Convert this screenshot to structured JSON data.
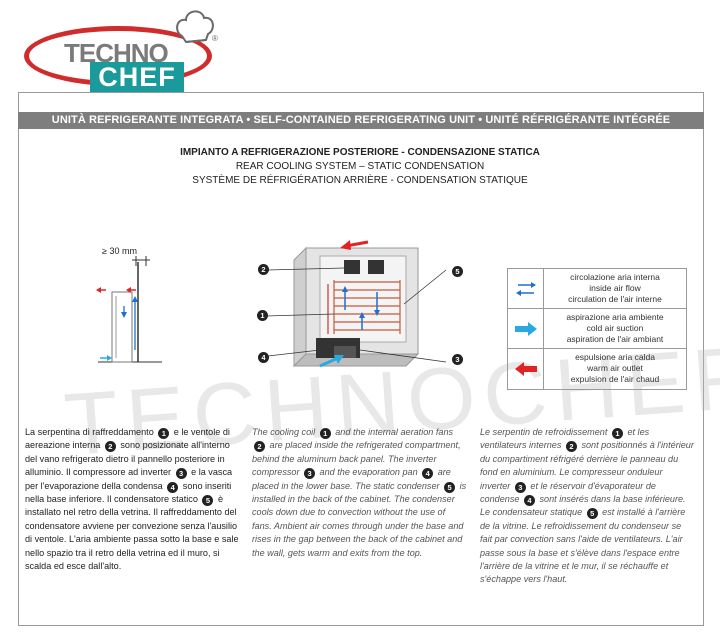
{
  "logo": {
    "techno": "TECHNO",
    "chef": "CHEF",
    "reg": "®"
  },
  "banner": "UNITÀ REFRIGERANTE INTEGRATA • SELF-CONTAINED REFRIGERATING UNIT • UNITÉ RÉFRIGÉRANTE INTÉGRÉE",
  "subtitles": [
    "IMPIANTO A REFRIGERAZIONE POSTERIORE - CONDENSAZIONE STATICA",
    "REAR COOLING SYSTEM – STATIC CONDENSATION",
    "SYSTÈME DE RÉFRIGÉRATION ARRIÈRE - CONDENSATION STATIQUE"
  ],
  "watermark": "TECHNOCHEF",
  "clearance_label": "≥ 30 mm",
  "callouts": [
    "1",
    "2",
    "3",
    "4",
    "5"
  ],
  "colors": {
    "logo_red": "#d02c2c",
    "logo_teal": "#1a9a9a",
    "banner_gray": "#7e7e7e",
    "arrow_blue": "#1e6fd0",
    "arrow_cyan": "#2aa8e0",
    "arrow_red": "#e02424"
  },
  "legend": [
    {
      "icon": "inside-air-flow-arrows-icon",
      "lines": [
        "circolazione aria interna",
        "inside air flow",
        "circulation de l'air interne"
      ]
    },
    {
      "icon": "cold-air-suction-arrow-icon",
      "lines": [
        "aspirazione aria ambiente",
        "cold air suction",
        "aspiration de l'air ambiant"
      ]
    },
    {
      "icon": "warm-air-outlet-arrow-icon",
      "lines": [
        "espulsione aria calda",
        "warm air outlet",
        "expulsion de l'air chaud"
      ]
    }
  ],
  "text": {
    "it": [
      "La serpentina di raffreddamento ",
      " e le ventole di aereazione interna ",
      " sono posizionate all'interno del vano refrigerato dietro il pannello posteriore in alluminio. Il compressore ad inverter ",
      " e la vasca per l'evaporazione della condensa ",
      " sono inseriti nella base inferiore. Il condensatore statico ",
      " è installato nel retro della vetrina. Il raffreddamento del condensatore avviene per convezione senza l'ausilio di ventole. L'aria ambiente passa sotto la base e sale nello spazio tra il retro della vetrina ed il muro, si scalda ed esce dall'alto."
    ],
    "en": [
      "The cooling coil ",
      " and the internal aeration fans ",
      " are placed inside the refrigerated compartment, behind the aluminum back panel. The inverter compressor ",
      " and the evaporation pan ",
      " are placed in the lower base. The static condenser ",
      " is installed in the back of the cabinet. The condenser cools down due to convection without the use of fans. Ambient air comes through under the base and rises in the gap between the back of the cabinet and the wall, gets warm and exits from the top."
    ],
    "fr": [
      "Le serpentin de refroidissement ",
      " et les ventilateurs internes ",
      " sont positionnés à l'intérieur du compartiment réfrigéré derrière le panneau du fond en aluminium. Le compresseur onduleur inverter ",
      " et le réservoir d'évaporateur de condense ",
      " sont insérés dans la base inférieure. Le condensateur statique ",
      " est installé à l'arrière de la vitrine. Le refroidissement du condenseur se fait par convection sans l'aide de ventilateurs. L'air passe sous la base et s'élève dans l'espace entre l'arrière de la vitrine et le mur, il se réchauffe et s'échappe vers l'haut."
    ],
    "order": [
      "1",
      "2",
      "3",
      "4",
      "5"
    ]
  }
}
